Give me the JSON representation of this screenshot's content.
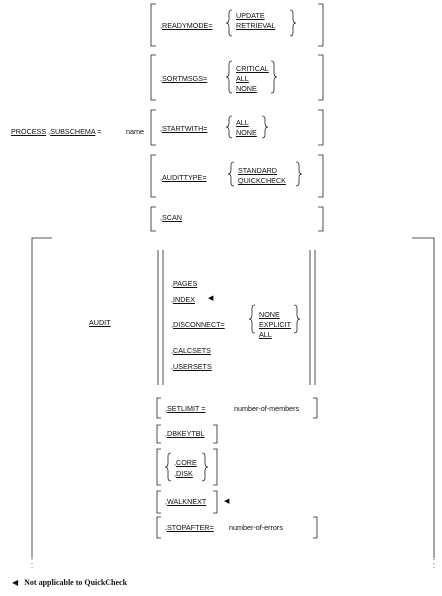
{
  "process": {
    "keyword": "PROCESS",
    "subschema": "SUBSCHEMA",
    "eq": "=",
    "name": "name"
  },
  "readymode": {
    "label": "READYMODE=",
    "opts": [
      "UPDATE",
      "RETRIEVAL"
    ]
  },
  "sortmsgs": {
    "label": "SORTMSGS=",
    "opts": [
      "CRITICAL",
      "ALL",
      "NONE"
    ]
  },
  "startwith": {
    "label": "STARTWITH=",
    "opts": [
      "ALL",
      "NONE"
    ]
  },
  "audittype": {
    "label": "AUDITTYPE=",
    "opts": [
      "STANDARD",
      "QUICKCHECK"
    ]
  },
  "scan": {
    "label": "SCAN"
  },
  "audit": {
    "label": "AUDIT",
    "pages": "PAGES",
    "index": "INDEX",
    "disconnect": {
      "label": "DISCONNECT=",
      "opts": [
        "NONE",
        "EXPLICIT",
        "ALL"
      ]
    },
    "calcsets": "CALCSETS",
    "usersets": "USERSETS",
    "setlimit": {
      "label": "SETLIMIT =",
      "value": "number-of-members"
    },
    "dbkeytbl": "DBKEYTBL",
    "core": "CORE",
    "disk": "DISK",
    "walknext": "WALKNEXT",
    "stopafter": {
      "label": "STOPAFTER=",
      "value": "number-of-errors"
    }
  },
  "comma": ",",
  "pointer": "◀",
  "footnote": "Not applicable to QuickCheck"
}
